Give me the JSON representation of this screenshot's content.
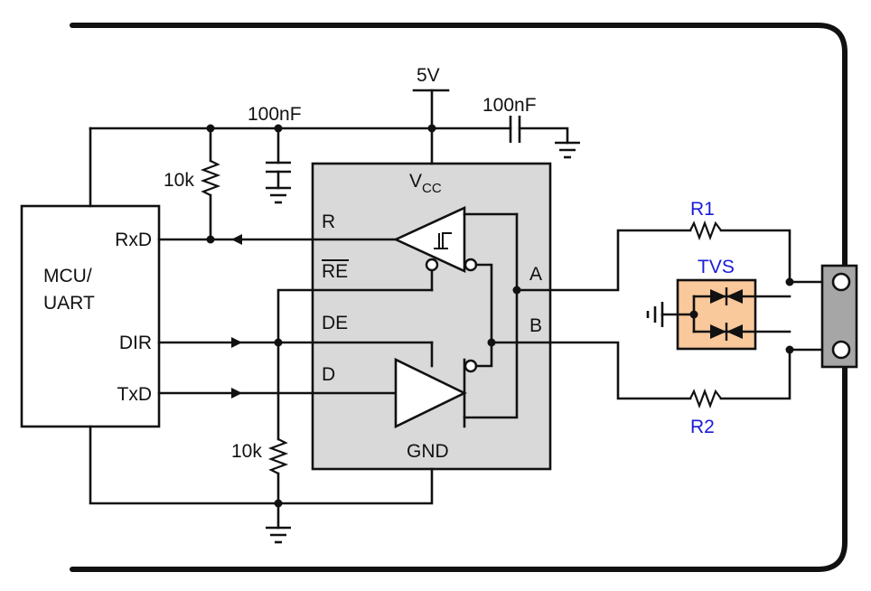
{
  "colors": {
    "ic_fill": "#d9d9d9",
    "tvs_fill": "#f9c89b",
    "blue_label": "#1a1adb",
    "connector_fill": "#a6a6a6",
    "wire": "#111111"
  },
  "mcu": {
    "title_line1": "MCU/",
    "title_line2": "UART",
    "pins": {
      "rxd": "RxD",
      "dir": "DIR",
      "txd": "TxD"
    }
  },
  "transceiver": {
    "vcc_main": "V",
    "vcc_sub": "CC",
    "gnd": "GND",
    "pins": {
      "r": "R",
      "re": "RE",
      "de": "DE",
      "d": "D",
      "a": "A",
      "b": "B"
    }
  },
  "supply": {
    "label": "5V"
  },
  "components": {
    "cap_left": "100nF",
    "cap_right": "100nF",
    "pullup": "10k",
    "pulldown": "10k",
    "r1": "R1",
    "r2": "R2",
    "tvs": "TVS"
  }
}
